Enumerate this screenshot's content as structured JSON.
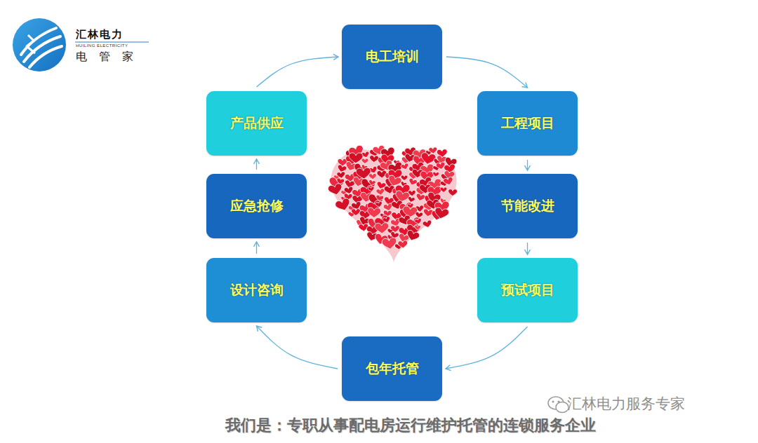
{
  "diagram": {
    "caption": "我们是：专职从事配电房运行维护托管的连锁服务企业",
    "nodes": [
      {
        "text": [
          "电工培训"
        ]
      },
      {
        "text": [
          "工程项目"
        ]
      },
      {
        "text": [
          "节能改进"
        ]
      },
      {
        "text": [
          "预试项目"
        ]
      },
      {
        "text": [
          "包年托管"
        ]
      },
      {
        "text": [
          "设计咨询"
        ]
      },
      {
        "text": [
          "应急抢修"
        ]
      },
      {
        "text": [
          "产品供应"
        ]
      }
    ],
    "edges": [
      {
        "from": 0,
        "to": 1,
        "arrow": "to"
      },
      {
        "from": 1,
        "to": 2,
        "arrow": "to"
      },
      {
        "from": 2,
        "to": 3,
        "arrow": "to"
      },
      {
        "from": 3,
        "to": 4,
        "arrow": "to"
      },
      {
        "from": 4,
        "to": 5,
        "arrow": "to"
      },
      {
        "from": 5,
        "to": 6,
        "arrow": "to"
      },
      {
        "from": 6,
        "to": 7,
        "arrow": "to"
      },
      {
        "from": 7,
        "to": 0,
        "arrow": "to"
      }
    ],
    "labels": [
      "汇林电力",
      "HUILING ELECTRICITY",
      "电 管 家",
      "汇林电力服务专家"
    ]
  }
}
